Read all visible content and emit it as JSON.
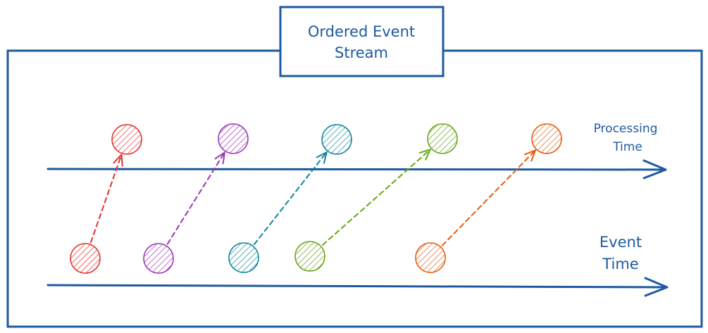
{
  "title": {
    "line1": "Ordered Event",
    "line2": "Stream"
  },
  "axes": {
    "processing": {
      "line1": "Processing",
      "line2": "Time"
    },
    "event": {
      "line1": "Event",
      "line2": "Time"
    }
  },
  "colors": {
    "frame": "#1e5aa0",
    "red": "#e03131",
    "purple": "#9c36b5",
    "teal": "#0c8599",
    "green": "#66a80f",
    "orange": "#e8590c"
  },
  "events": [
    {
      "id": "red",
      "color_key": "red"
    },
    {
      "id": "purple",
      "color_key": "purple"
    },
    {
      "id": "teal",
      "color_key": "teal"
    },
    {
      "id": "green",
      "color_key": "green"
    },
    {
      "id": "orange",
      "color_key": "orange"
    }
  ]
}
